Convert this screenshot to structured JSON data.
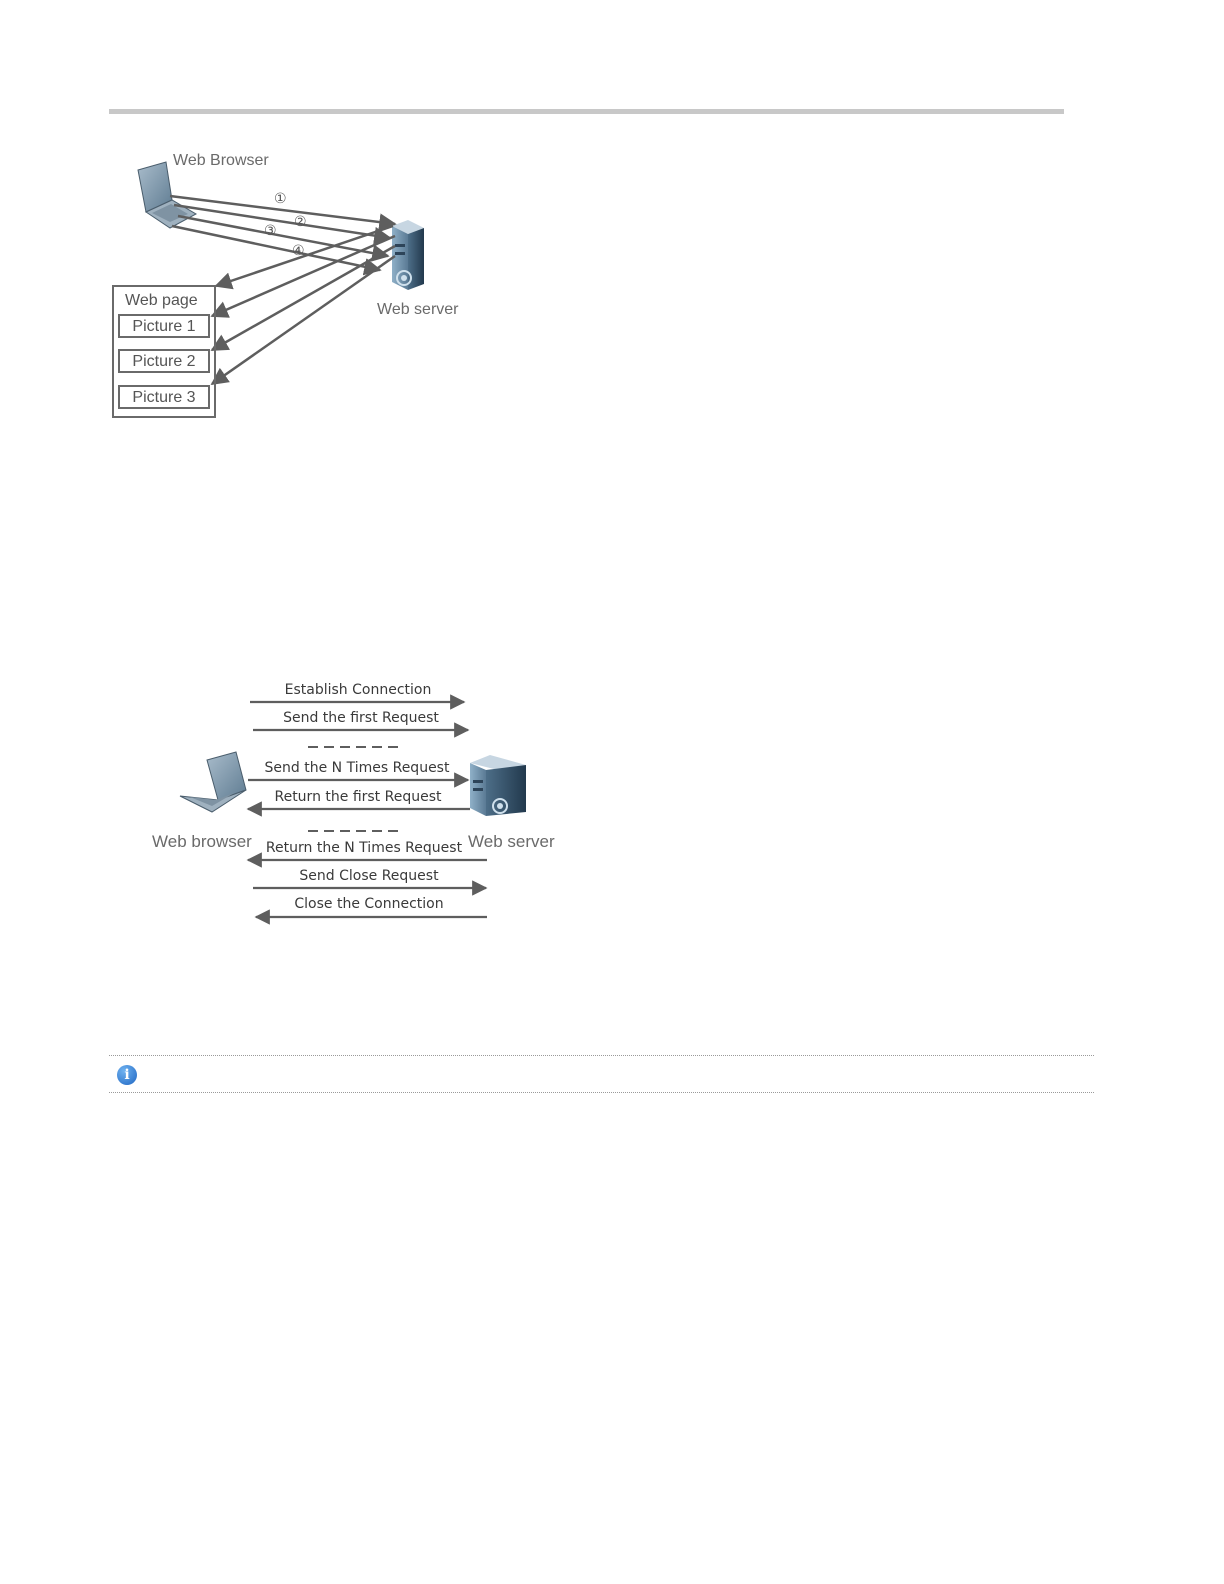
{
  "diagram1": {
    "browser_label": "Web Browser",
    "server_label": "Web server",
    "page_label": "Web page",
    "pictures": [
      "Picture 1",
      "Picture 2",
      "Picture 3"
    ],
    "step_numbers": [
      "①",
      "②",
      "③",
      "④"
    ]
  },
  "diagram2": {
    "browser_label": "Web browser",
    "server_label": "Web server",
    "messages": [
      "Establish Connection",
      "Send the first Request",
      "Send the N Times Request",
      "Return the first Request",
      "Return the N Times Request",
      "Send Close Request",
      "Close the Connection"
    ]
  },
  "note": {
    "icon": "info-icon"
  },
  "colors": {
    "arrow": "#5e5e5e",
    "rule": "#c8c8c8",
    "info": "#1f66c2"
  }
}
